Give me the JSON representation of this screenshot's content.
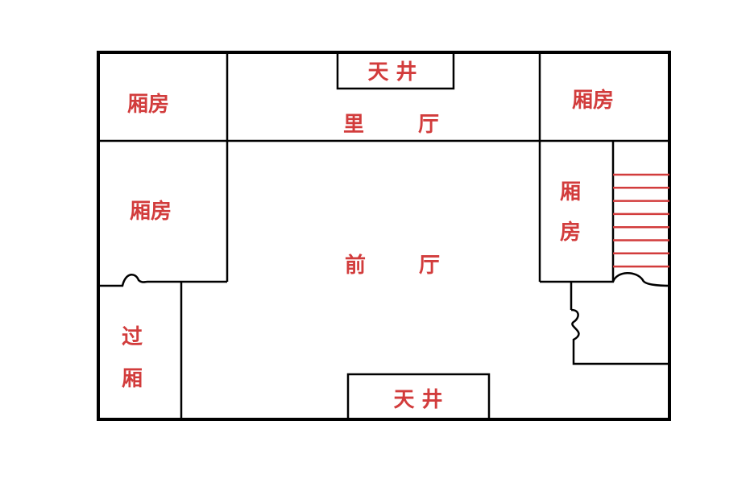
{
  "colors": {
    "wall": "#000000",
    "label": "#d23c3c",
    "stairs": "#d23c3c",
    "background": "#ffffff"
  },
  "labels": {
    "skywell_top": "天 井",
    "inner_hall_1": "里",
    "inner_hall_2": "厅",
    "room_top_left": "厢房",
    "room_top_right": "厢房",
    "room_mid_left": "厢房",
    "room_right_1": "厢",
    "room_right_2": "房",
    "front_hall_1": "前",
    "front_hall_2": "厅",
    "passage_1": "过",
    "passage_2": "厢",
    "skywell_bottom": "天 井"
  },
  "stairs": {
    "steps": 8
  }
}
